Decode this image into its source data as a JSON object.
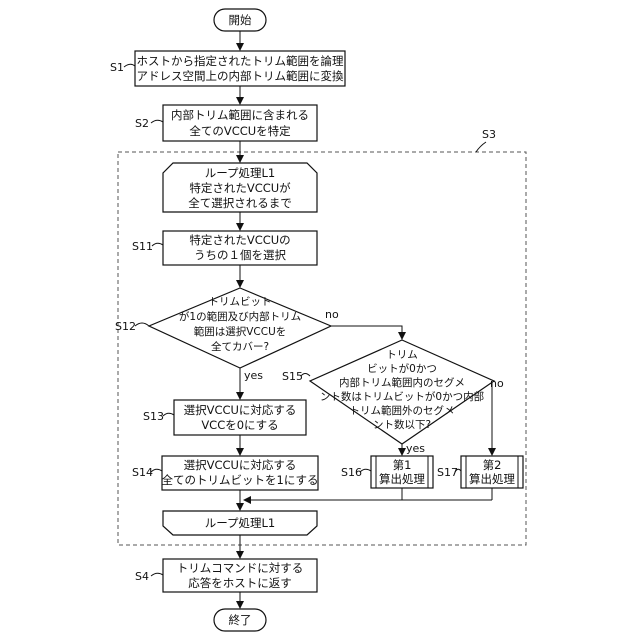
{
  "flowchart": {
    "start": "開始",
    "end": "終了",
    "s1": {
      "label": "S1",
      "lines": [
        "ホストから指定されたトリム範囲を論理",
        "アドレス空間上の内部トリム範囲に変換"
      ]
    },
    "s2": {
      "label": "S2",
      "lines": [
        "内部トリム範囲に含まれる",
        "全てのVCCUを特定"
      ]
    },
    "s3": {
      "label": "S3"
    },
    "loop_start": {
      "lines": [
        "ループ処理L1",
        "特定されたVCCUが",
        "全て選択されるまで"
      ]
    },
    "s11": {
      "label": "S11",
      "lines": [
        "特定されたVCCUの",
        "うちの１個を選択"
      ]
    },
    "s12": {
      "label": "S12",
      "lines": [
        "トリムビット",
        "が1の範囲及び内部トリム",
        "範囲は選択VCCUを",
        "全てカバー?"
      ]
    },
    "s13": {
      "label": "S13",
      "lines": [
        "選択VCCUに対応する",
        "VCCを0にする"
      ]
    },
    "s14": {
      "label": "S14",
      "lines": [
        "選択VCCUに対応する",
        "全てのトリムビットを1にする"
      ]
    },
    "s15": {
      "label": "S15",
      "lines": [
        "トリム",
        "ビットが0かつ",
        "内部トリム範囲内のセグメ",
        "ント数はトリムビットが0かつ内部",
        "トリム範囲外のセグメ",
        "ント数以下?"
      ]
    },
    "s16": {
      "label": "S16",
      "lines": [
        "第1",
        "算出処理"
      ]
    },
    "s17": {
      "label": "S17",
      "lines": [
        "第2",
        "算出処理"
      ]
    },
    "loop_end": {
      "lines": [
        "ループ処理L1"
      ]
    },
    "s4": {
      "label": "S4",
      "lines": [
        "トリムコマンドに対する",
        "応答をホストに返す"
      ]
    },
    "edges": {
      "no": "no",
      "yes": "yes"
    }
  }
}
